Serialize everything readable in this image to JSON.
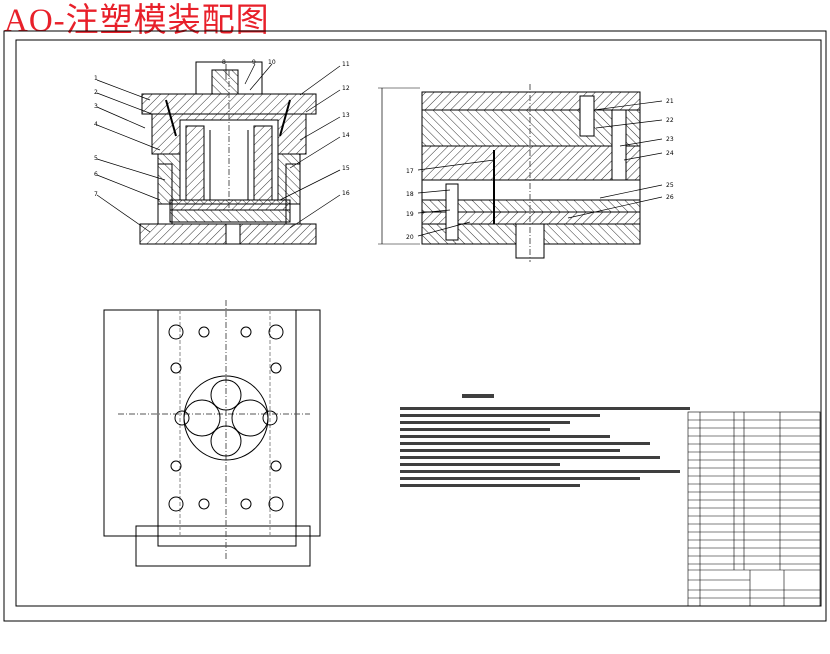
{
  "title": "AO-注塑模装配图",
  "colors": {
    "title": "#e8202a",
    "line": "#000000",
    "hatch": "#333333",
    "center_line": "#555555"
  },
  "front_view_callouts": [
    "1",
    "2",
    "3",
    "4",
    "5",
    "6",
    "7",
    "8",
    "9",
    "10",
    "11",
    "12",
    "13",
    "14",
    "15",
    "16"
  ],
  "side_view_callouts": [
    "17",
    "18",
    "19",
    "20",
    "21",
    "22",
    "23",
    "24",
    "25",
    "26"
  ]
}
